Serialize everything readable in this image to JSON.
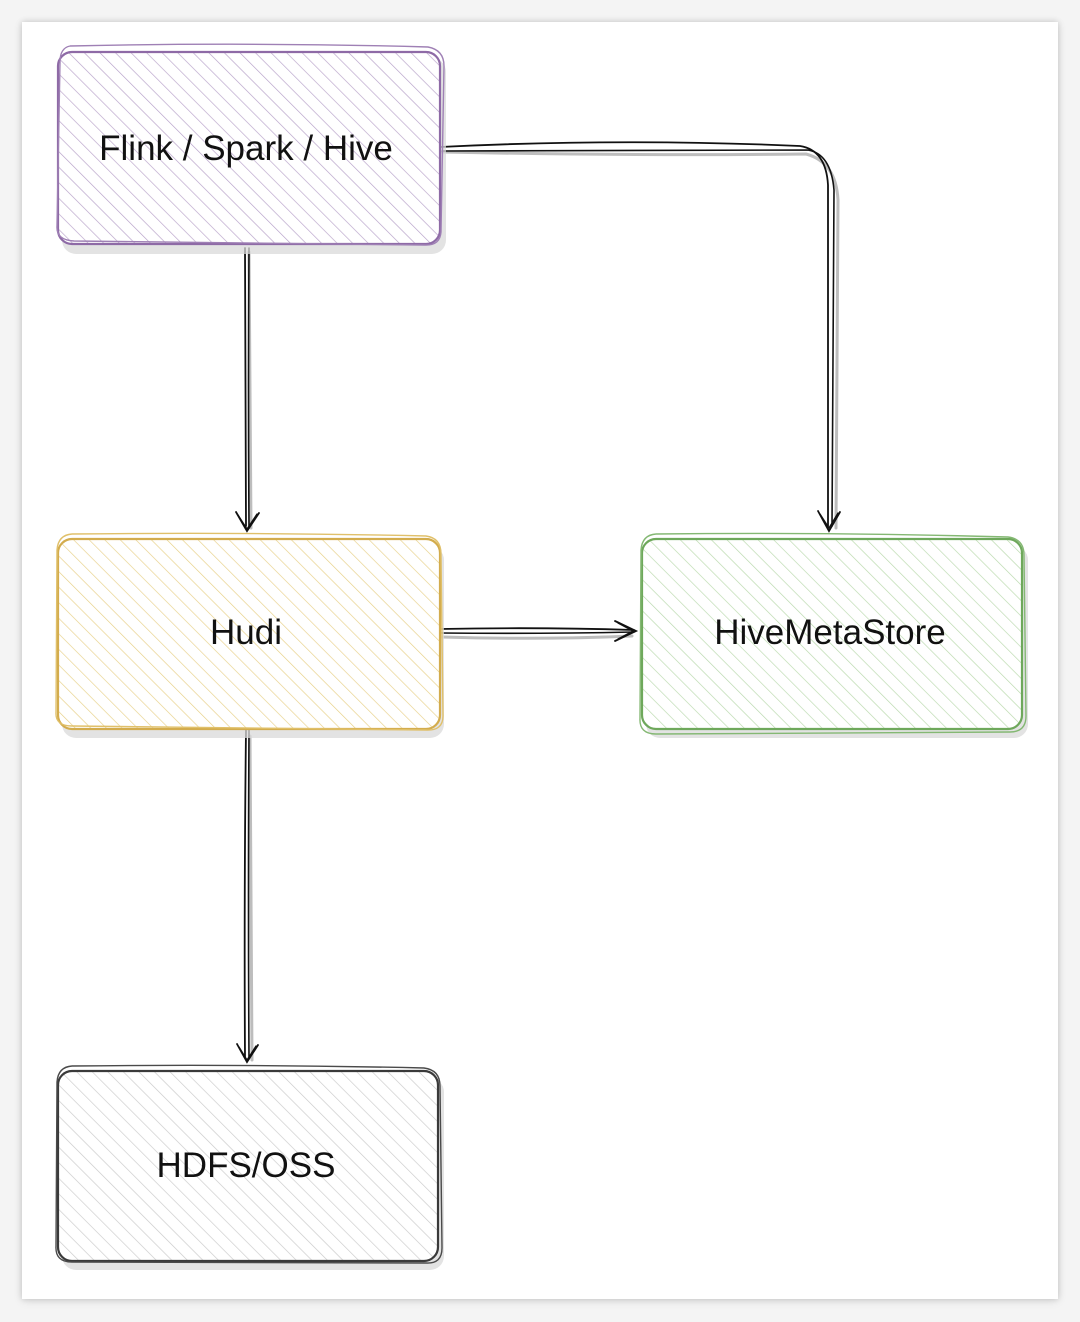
{
  "diagram": {
    "nodes": [
      {
        "id": "engines",
        "label": "Flink / Spark / Hive",
        "stroke": "#8e6aa6",
        "fill": "#c9b6d6"
      },
      {
        "id": "hudi",
        "label": "Hudi",
        "stroke": "#d3ac4d",
        "fill": "#f3dd98"
      },
      {
        "id": "metastore",
        "label": "HiveMetaStore",
        "stroke": "#6ea85b",
        "fill": "#bfe0b2"
      },
      {
        "id": "storage",
        "label": "HDFS/OSS",
        "stroke": "#3a3a3a",
        "fill": "#c8c8c8"
      }
    ],
    "edges": [
      {
        "from": "engines",
        "to": "hudi"
      },
      {
        "from": "engines",
        "to": "metastore"
      },
      {
        "from": "hudi",
        "to": "metastore"
      },
      {
        "from": "hudi",
        "to": "storage"
      }
    ]
  }
}
